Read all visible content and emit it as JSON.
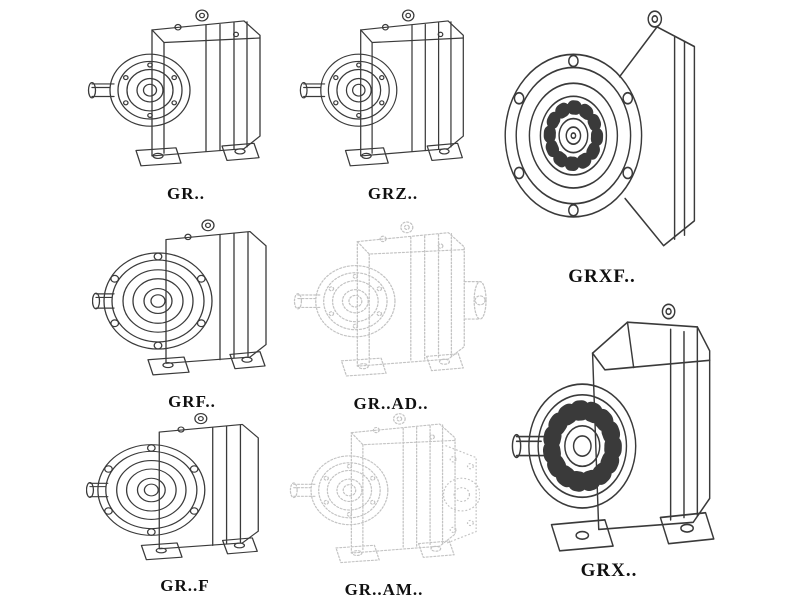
{
  "figure": {
    "items": [
      {
        "label": "GR.."
      },
      {
        "label": "GRZ.."
      },
      {
        "label": "GRXF.."
      },
      {
        "label": "GRF.."
      },
      {
        "label": "GR..AD.."
      },
      {
        "label": "GR..F"
      },
      {
        "label": "GR..AM.."
      },
      {
        "label": "GRX.."
      }
    ],
    "colors": {
      "background": "#ffffff",
      "line": "#3a3a3a",
      "faded_line": "#c3c3c3",
      "label_text": "#101010"
    }
  }
}
